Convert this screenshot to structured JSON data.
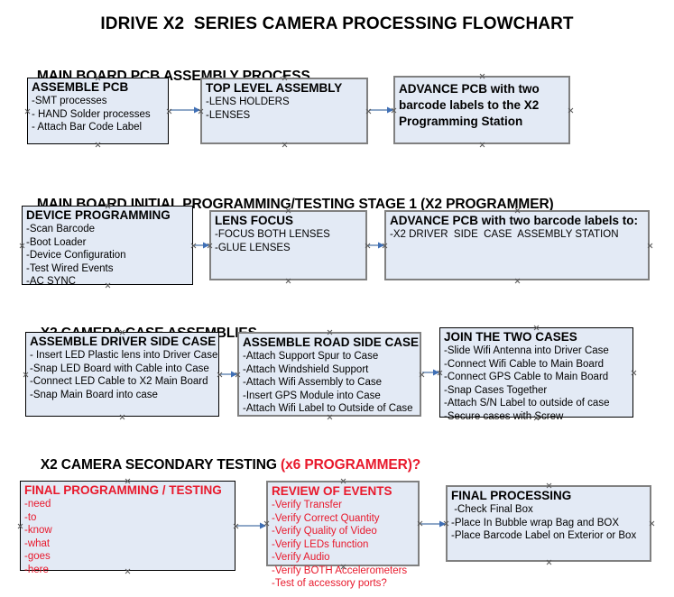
{
  "title": "IDRIVE X2  SERIES CAMERA PROCESSING FLOWCHART",
  "colors": {
    "node_fill": "#e3eaf5",
    "node_border_black": "#000000",
    "node_border_gray": "#808080",
    "connector": "#8fa8c8",
    "arrowhead": "#3f6fb5",
    "accent_red": "#e8192c",
    "text": "#000000",
    "background": "#ffffff"
  },
  "sections": [
    {
      "heading": "MAIN BOARD PCB ASSEMBLY PROCESS",
      "heading_accent": "",
      "nodes": [
        {
          "title": "ASSEMBLE PCB",
          "lines": [
            "-SMT processes",
            "- HAND Solder processes",
            "- Attach Bar Code Label"
          ]
        },
        {
          "title": "TOP LEVEL ASSEMBLY",
          "lines": [
            "-LENS HOLDERS",
            "-LENSES"
          ]
        },
        {
          "title": "ADVANCE PCB with two barcode labels to the  X2 Programming Station",
          "lines": []
        }
      ]
    },
    {
      "heading": "MAIN BOARD INITIAL PROGRAMMING/TESTING STAGE 1 (X2 PROGRAMMER)",
      "heading_accent": "",
      "nodes": [
        {
          "title": "DEVICE PROGRAMMING",
          "lines": [
            "-Scan Barcode",
            "-Boot Loader",
            "-Device Configuration",
            "-Test Wired Events",
            "-AC SYNC"
          ]
        },
        {
          "title": "LENS FOCUS",
          "lines": [
            "-FOCUS BOTH LENSES",
            "-GLUE LENSES"
          ]
        },
        {
          "title": "ADVANCE PCB with two barcode labels to:",
          "lines": [
            "-X2 DRIVER  SIDE  CASE  ASSEMBLY STATION"
          ]
        }
      ]
    },
    {
      "heading": "X2 CAMERA CASE ASSEMBLIES",
      "heading_accent": "",
      "nodes": [
        {
          "title": "ASSEMBLE DRIVER SIDE CASE",
          "lines": [
            "- Insert LED Plastic lens into Driver Case",
            "-Snap LED Board with Cable into Case",
            "-Connect LED Cable to X2 Main Board",
            "-Snap Main Board into case"
          ]
        },
        {
          "title": "ASSEMBLE ROAD SIDE CASE",
          "lines": [
            "-Attach Support Spur to Case",
            "-Attach Windshield Support",
            "-Attach Wifi Assembly to Case",
            "-Insert GPS Module into Case",
            "-Attach Wifi Label to Outside of Case"
          ]
        },
        {
          "title": "JOIN THE TWO CASES",
          "lines": [
            "-Slide Wifi Antenna into Driver Case",
            "-Connect Wifi Cable to Main Board",
            "-Connect GPS Cable to Main Board",
            "-Snap Cases Together",
            "-Attach S/N Label to outside of case",
            "-Secure cases with Screw"
          ]
        }
      ]
    },
    {
      "heading": "X2 CAMERA SECONDARY TESTING ",
      "heading_accent": "(x6 PROGRAMMER)?",
      "nodes": [
        {
          "title": "FINAL PROGRAMMING / TESTING",
          "lines": [
            "-need",
            "-to",
            "-know",
            "-what",
            "-goes",
            "-here"
          ]
        },
        {
          "title": "REVIEW OF EVENTS",
          "lines": [
            "-Verify Transfer",
            "-Verify Correct Quantity",
            "-Verify Quality of Video",
            "-Verify LEDs function",
            "-Verify Audio",
            "-Verify BOTH Accelerometers",
            "-Test of accessory ports?"
          ]
        },
        {
          "title": "FINAL PROCESSING",
          "lines": [
            " -Check Final Box",
            "-Place In Bubble wrap Bag and BOX",
            "-Place Barcode Label on Exterior or Box"
          ]
        }
      ]
    }
  ]
}
